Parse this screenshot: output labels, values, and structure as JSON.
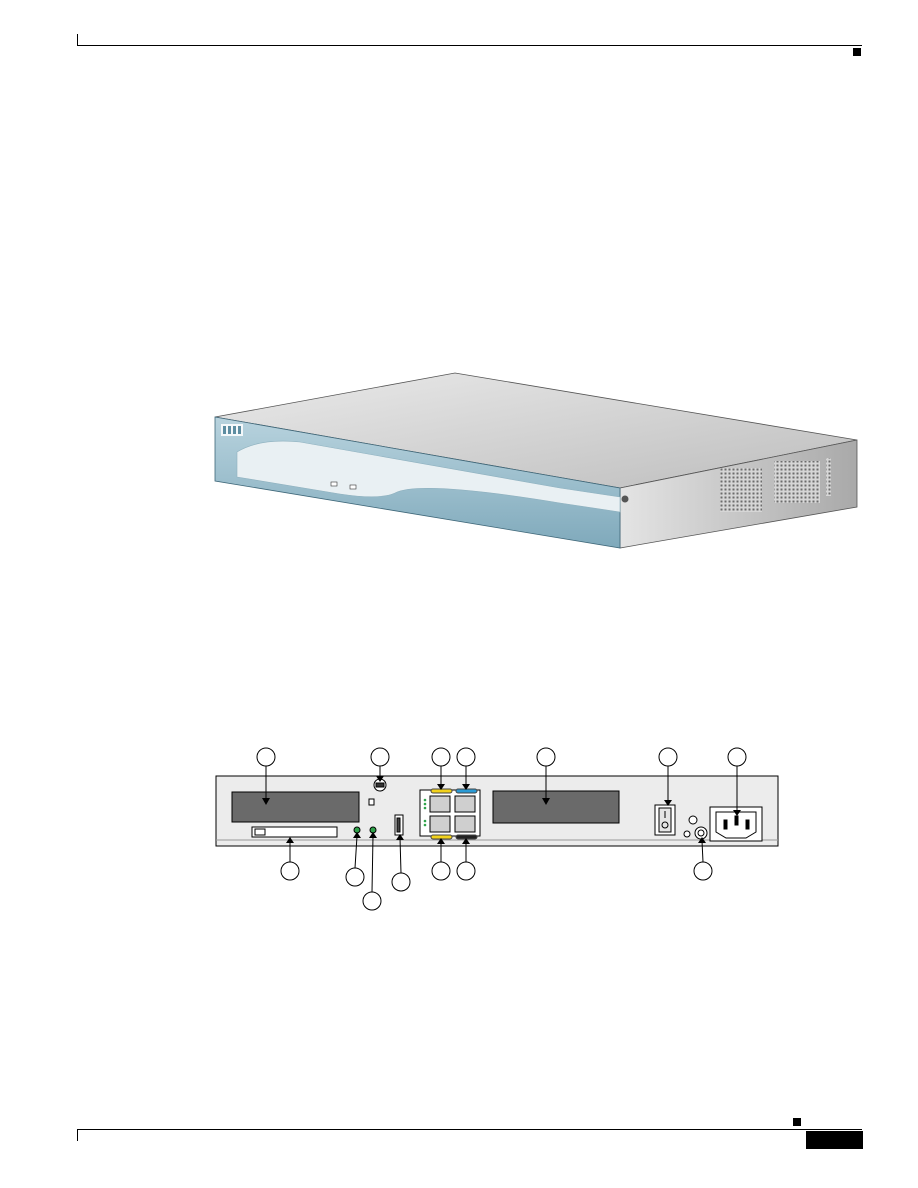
{
  "page": {
    "header_marker": "square",
    "footer_marker": "square"
  },
  "router_front": {
    "brand_logo_icon": "cisco-bridge-logo-icon",
    "front_leds": 2,
    "side_vents": "vent-grille"
  },
  "rear_panel": {
    "callouts_top": [
      "",
      "",
      "",
      "",
      "",
      "",
      ""
    ],
    "callouts_bottom": [
      "",
      "",
      "",
      "",
      "",
      "",
      "",
      ""
    ],
    "ethernet_port_colors": [
      "#f2d21b",
      "#2a9ad4",
      "#f2d21b",
      "#222222"
    ],
    "led_color": "#2fa34a"
  }
}
